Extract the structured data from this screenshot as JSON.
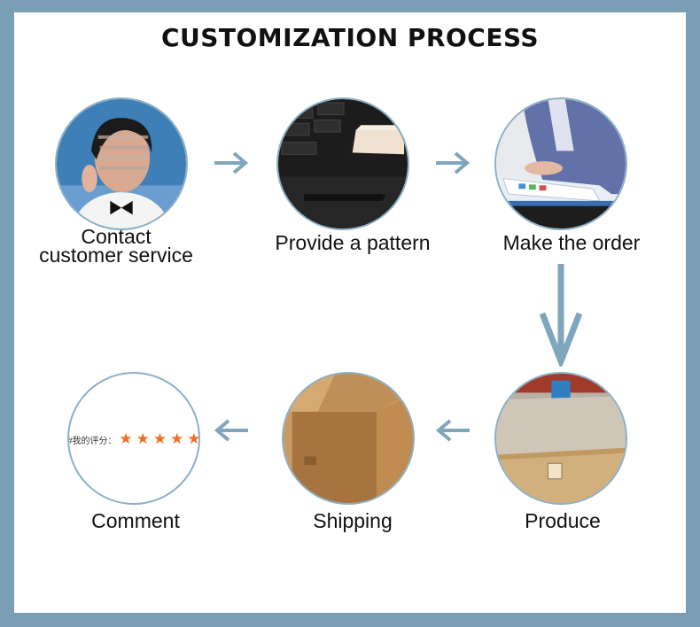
{
  "title": "CUSTOMIZATION PROCESS",
  "steps": {
    "contact": {
      "label_line1": "Contact",
      "label_line2": "customer service"
    },
    "pattern": {
      "label": "Provide a pattern"
    },
    "order": {
      "label": "Make the order"
    },
    "produce": {
      "label": "Produce"
    },
    "shipping": {
      "label": "Shipping"
    },
    "comment": {
      "label": "Comment",
      "rating_text": "#我的评分：",
      "stars": "★★★★★"
    }
  },
  "colors": {
    "background_frame": "#7a9fb5",
    "arrow": "#7fa6bd",
    "circle_border": "#8cb0c6",
    "star": "#f07020"
  }
}
